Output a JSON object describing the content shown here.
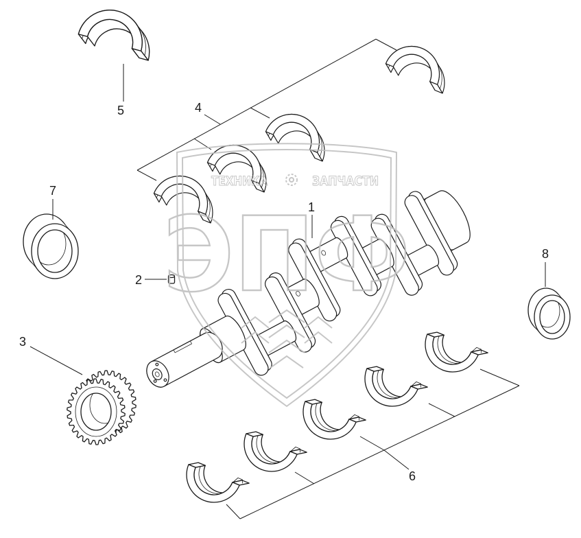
{
  "colors": {
    "line": "#1a1a1a",
    "part_fill": "#ffffff",
    "background": "#ffffff",
    "watermark": "#bdbdbd"
  },
  "callouts": [
    {
      "label": "1"
    },
    {
      "label": "2"
    },
    {
      "label": "3"
    },
    {
      "label": "4"
    },
    {
      "label": "5"
    },
    {
      "label": "6"
    },
    {
      "label": "7"
    },
    {
      "label": "8"
    }
  ],
  "watermark": {
    "word_left": "ТЕХНИКА",
    "icon": "gear-icon",
    "word_right": "ЗАПЧАСТИ",
    "monogram": "ЭПФ"
  }
}
